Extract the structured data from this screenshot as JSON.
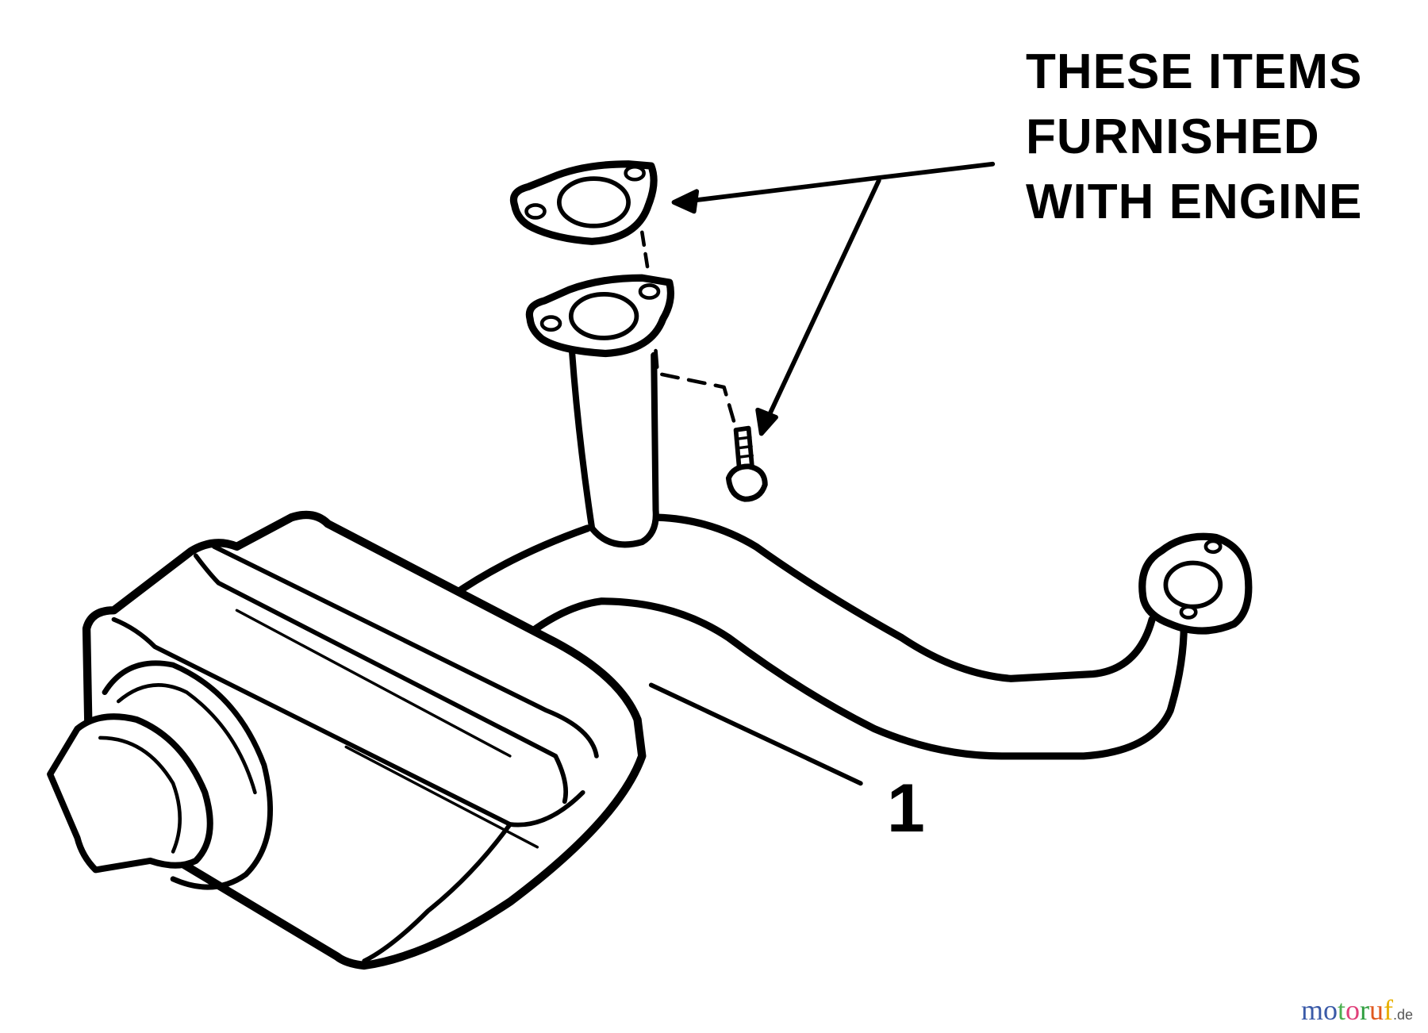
{
  "note": {
    "lines": [
      "THESE ITEMS",
      "FURNISHED",
      "WITH ENGINE"
    ]
  },
  "callouts": [
    {
      "number": "1",
      "part": "muffler-assembly"
    }
  ],
  "watermark": {
    "letters": [
      "m",
      "o",
      "t",
      "o",
      "r",
      "u",
      "f"
    ],
    "suffix": ".de",
    "colors": [
      "#3a5aa8",
      "#3a5aa8",
      "#4caf50",
      "#e0407a",
      "#2e9e3e",
      "#e05a20",
      "#e8b000"
    ]
  }
}
